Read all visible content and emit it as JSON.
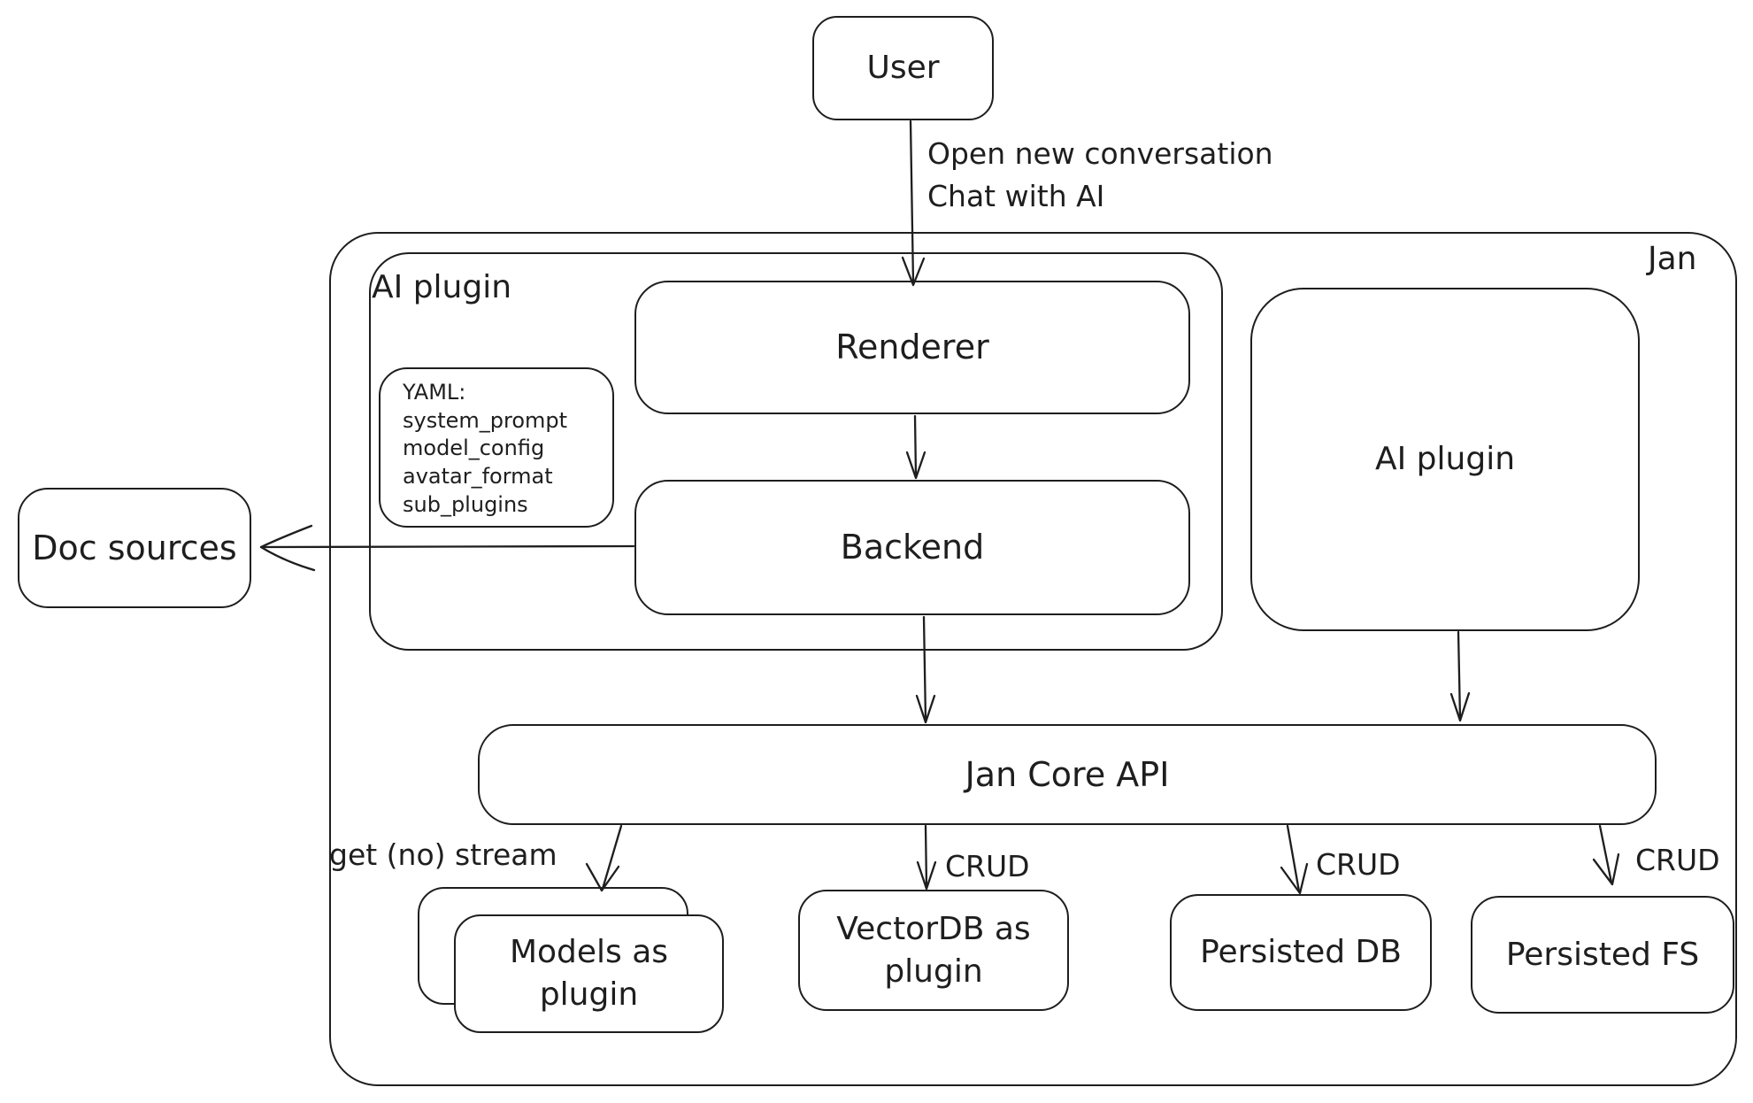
{
  "colors": {
    "stroke": "#1e1e1e",
    "background": "#ffffff"
  },
  "nodes": {
    "user": "User",
    "jan": "Jan",
    "ai_plugin_left": "AI plugin",
    "renderer": "Renderer",
    "backend": "Backend",
    "yaml_note": {
      "lines": [
        "YAML:",
        "system_prompt",
        "model_config",
        "avatar_format",
        "sub_plugins"
      ]
    },
    "ai_plugin_right": "AI plugin",
    "doc_sources": "Doc sources",
    "jan_core_api": "Jan Core API",
    "models_as_plugin": "Models as\nplugin",
    "vectordb_as_plugin": "VectorDB as\nplugin",
    "persisted_db": "Persisted DB",
    "persisted_fs": "Persisted FS"
  },
  "edge_labels": {
    "user_flow": "Open new conversation\nChat with AI",
    "get_no_stream": "get (no) stream",
    "crud_vectordb": "CRUD",
    "crud_persisted_db": "CRUD",
    "crud_persisted_fs": "CRUD"
  }
}
